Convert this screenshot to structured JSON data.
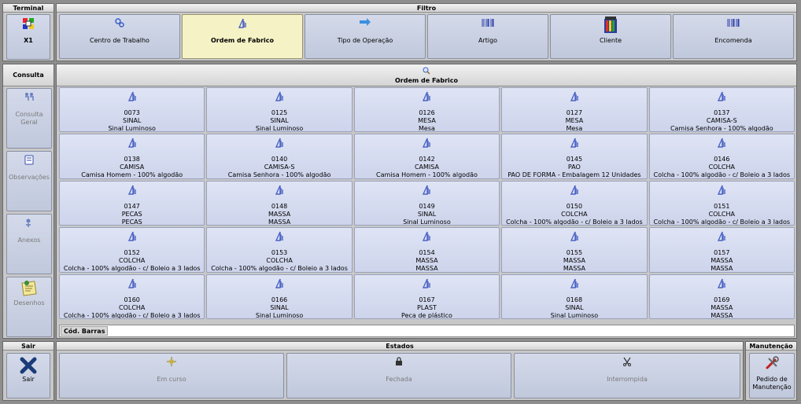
{
  "terminal": {
    "title": "Terminal",
    "button_label": "X1"
  },
  "filtro": {
    "title": "Filtro",
    "items": [
      {
        "label": "Centro de Trabalho",
        "icon": "gear-icon"
      },
      {
        "label": "Ordem de Fabrico",
        "icon": "order-icon",
        "active": true
      },
      {
        "label": "Tipo de Operação",
        "icon": "arrow-icon"
      },
      {
        "label": "Artigo",
        "icon": "barcode-icon"
      },
      {
        "label": "Cliente",
        "icon": "client-icon"
      },
      {
        "label": "Encomenda",
        "icon": "barcode-icon"
      }
    ]
  },
  "consulta": {
    "title": "Consulta",
    "items": [
      {
        "label": "Consulta Geral",
        "icon": "people-icon"
      },
      {
        "label": "Observações",
        "icon": "notes-icon"
      },
      {
        "label": "Anexos",
        "icon": "attachment-icon"
      },
      {
        "label": "Desenhos",
        "icon": "drawings-icon"
      }
    ]
  },
  "main": {
    "title": "Ordem de Fabrico",
    "orders": [
      {
        "code": "0073",
        "article": "SINAL",
        "description": "Sinal Luminoso"
      },
      {
        "code": "0125",
        "article": "SINAL",
        "description": "Sinal Luminoso"
      },
      {
        "code": "0126",
        "article": "MESA",
        "description": "Mesa"
      },
      {
        "code": "0127",
        "article": "MESA",
        "description": "Mesa"
      },
      {
        "code": "0137",
        "article": "CAMISA-S",
        "description": "Camisa Senhora - 100% algodão"
      },
      {
        "code": "0138",
        "article": "CAMISA",
        "description": "Camisa Homem - 100% algodão"
      },
      {
        "code": "0140",
        "article": "CAMISA-S",
        "description": "Camisa Senhora - 100% algodão"
      },
      {
        "code": "0142",
        "article": "CAMISA",
        "description": "Camisa Homem - 100% algodão"
      },
      {
        "code": "0145",
        "article": "PAO",
        "description": "PAO DE FORMA - Embalagem 12 Unidades"
      },
      {
        "code": "0146",
        "article": "COLCHA",
        "description": "Colcha - 100% algodão - c/ Boleio a 3 lados"
      },
      {
        "code": "0147",
        "article": "PECAS",
        "description": "PECAS"
      },
      {
        "code": "0148",
        "article": "MASSA",
        "description": "MASSA"
      },
      {
        "code": "0149",
        "article": "SINAL",
        "description": "Sinal Luminoso"
      },
      {
        "code": "0150",
        "article": "COLCHA",
        "description": "Colcha - 100% algodão - c/ Boleio a 3 lados"
      },
      {
        "code": "0151",
        "article": "COLCHA",
        "description": "Colcha - 100% algodão - c/ Boleio a 3 lados"
      },
      {
        "code": "0152",
        "article": "COLCHA",
        "description": "Colcha - 100% algodão - c/ Boleio a 3 lados"
      },
      {
        "code": "0153",
        "article": "COLCHA",
        "description": "Colcha - 100% algodão - c/ Boleio a 3 lados"
      },
      {
        "code": "0154",
        "article": "MASSA",
        "description": "MASSA"
      },
      {
        "code": "0155",
        "article": "MASSA",
        "description": "MASSA"
      },
      {
        "code": "0157",
        "article": "MASSA",
        "description": "MASSA"
      },
      {
        "code": "0160",
        "article": "COLCHA",
        "description": "Colcha - 100% algodão - c/ Boleio a 3 lados"
      },
      {
        "code": "0166",
        "article": "SINAL",
        "description": "Sinal Luminoso"
      },
      {
        "code": "0167",
        "article": "PLAST",
        "description": "Peca de plástico"
      },
      {
        "code": "0168",
        "article": "SINAL",
        "description": "Sinal Luminoso"
      },
      {
        "code": "0169",
        "article": "MASSA",
        "description": "MASSA"
      }
    ],
    "barcode_label": "Cód. Barras",
    "barcode_value": ""
  },
  "sair": {
    "title": "Sair",
    "button_label": "Sair"
  },
  "estados": {
    "title": "Estados",
    "items": [
      {
        "label": "Em curso",
        "icon": "running-icon"
      },
      {
        "label": "Fechada",
        "icon": "lock-icon"
      },
      {
        "label": "Interrompida",
        "icon": "scissors-icon"
      }
    ]
  },
  "manutencao": {
    "title": "Manutenção",
    "button_label": "Pedido de Manutenção"
  },
  "colors": {
    "active": "#f5f3c6",
    "button": "#cdd4eb",
    "background": "#8e8e8e"
  }
}
